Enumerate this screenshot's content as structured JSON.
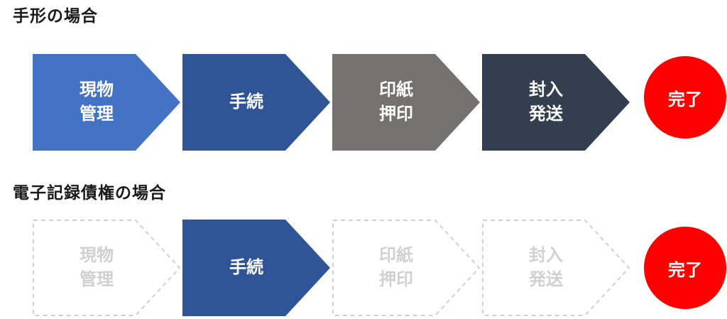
{
  "sections": [
    {
      "title": "手形の場合",
      "steps": [
        {
          "label": "現物\n管理",
          "color": "#4472c4",
          "active": true
        },
        {
          "label": "手続",
          "color": "#2f5597",
          "active": true
        },
        {
          "label": "印紙\n押印",
          "color": "#767171",
          "active": true
        },
        {
          "label": "封入\n発送",
          "color": "#333f50",
          "active": true
        }
      ],
      "done": {
        "label": "完了",
        "color": "#ff0000"
      }
    },
    {
      "title": "電子記録債権の場合",
      "steps": [
        {
          "label": "現物\n管理",
          "color": "#d0d0d0",
          "active": false
        },
        {
          "label": "手続",
          "color": "#2f5597",
          "active": true
        },
        {
          "label": "印紙\n押印",
          "color": "#d0d0d0",
          "active": false
        },
        {
          "label": "封入\n発送",
          "color": "#d0d0d0",
          "active": false
        }
      ],
      "done": {
        "label": "完了",
        "color": "#ff0000"
      }
    }
  ]
}
